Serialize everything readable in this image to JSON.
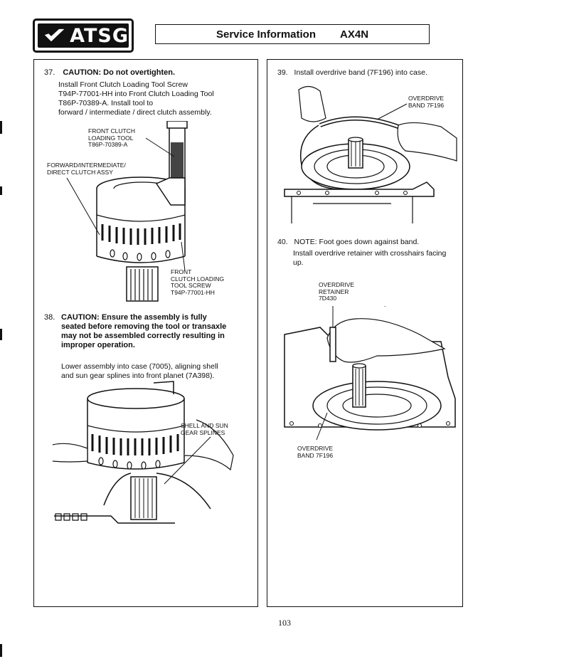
{
  "header": {
    "logo_text": "ATSG",
    "title": "Service Information",
    "model": "AX4N"
  },
  "left_panel": {
    "step37": {
      "number": "37.",
      "caution": "CAUTION: Do not overtighten.",
      "lines": [
        "Install Front Clutch Loading Tool Screw",
        "T94P-77001-HH into Front Clutch Loading Tool",
        "T86P-70389-A. Install tool to",
        "forward / intermediate / direct clutch assembly."
      ],
      "labels": {
        "tool": [
          "FRONT CLUTCH",
          "LOADING TOOL",
          "T86P-70389-A"
        ],
        "assy": [
          "FORWARD/INTERMEDIATE/",
          "DIRECT CLUTCH ASSY"
        ],
        "screw": [
          "FRONT",
          "CLUTCH LOADING",
          "TOOL SCREW",
          "T94P-77001-HH"
        ]
      }
    },
    "step38": {
      "number": "38.",
      "caution_lines": [
        "CAUTION: Ensure the assembly is fully",
        "seated before removing the tool or transaxle",
        "may not be assembled correctly resulting in",
        "improper operation."
      ],
      "lines": [
        "Lower assembly into case (7005), aligning shell",
        "and sun gear splines into front planet (7A398)."
      ],
      "labels": {
        "splines": [
          "SHELL AND SUN",
          "GEAR SPLINES"
        ]
      }
    }
  },
  "right_panel": {
    "step39": {
      "number": "39.",
      "text": "Install overdrive band (7F196) into case.",
      "labels": {
        "band": [
          "OVERDRIVE",
          "BAND 7F196"
        ]
      }
    },
    "step40": {
      "number": "40.",
      "note": "NOTE: Foot goes down against band.",
      "lines": [
        "Install overdrive retainer with crosshairs facing",
        "up."
      ],
      "labels": {
        "retainer": [
          "OVERDRIVE",
          "RETAINER",
          "7D430"
        ],
        "band": [
          "OVERDRIVE",
          "BAND 7F196"
        ]
      }
    }
  },
  "page_number": "103"
}
